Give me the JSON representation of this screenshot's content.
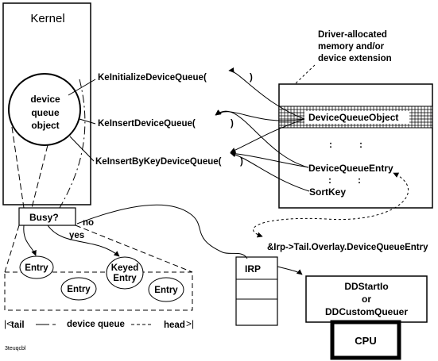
{
  "kernel": {
    "title": "Kernel",
    "queue_object": [
      "device",
      "queue",
      "object"
    ]
  },
  "routines": {
    "initialize": "KeInitializeDeviceQueue(",
    "insert": "KeInsertDeviceQueue(",
    "insert_by_key": "KeInsertByKeyDeviceQueue(",
    "close_paren": ")"
  },
  "busy": {
    "label": "Busy?",
    "no": "no",
    "yes": "yes"
  },
  "device_queue": {
    "entries": [
      "Entry",
      "Entry",
      "Keyed",
      "Entry",
      "Entry"
    ],
    "tail": "tail",
    "caption": "device queue",
    "head": "head"
  },
  "driver_memory": {
    "note": [
      "Driver-allocated",
      "memory and/or",
      "device extension"
    ],
    "queue_object": "DeviceQueueObject",
    "dots": ":",
    "queue_entry": "DeviceQueueEntry",
    "sort_key": "SortKey"
  },
  "irp": {
    "label": "IRP",
    "entry_path": "&Irp->Tail.Overlay.DeviceQueueEntry"
  },
  "driver": {
    "start_io": "DDStartIo",
    "or": "or",
    "custom_queuer": "DDCustomQueuer",
    "cpu": "CPU"
  },
  "footer": {
    "tag": "3teuqcbl"
  }
}
